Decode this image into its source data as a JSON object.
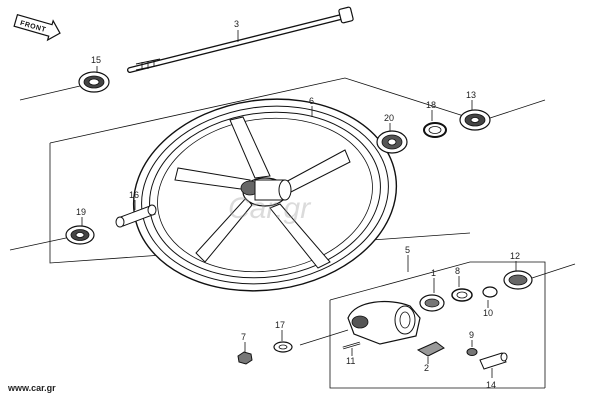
{
  "front_badge": "FRONT",
  "watermark": "Car.gr",
  "site_label": "www.car.gr",
  "callouts": {
    "c3": "3",
    "c15": "15",
    "c6": "6",
    "c20": "20",
    "c18": "18",
    "c13": "13",
    "c16": "16",
    "c19": "19",
    "c5": "5",
    "c1": "1",
    "c8": "8",
    "c12": "12",
    "c7": "7",
    "c17": "17",
    "c10": "10",
    "c9": "9",
    "c11": "11",
    "c2": "2",
    "c14": "14"
  }
}
